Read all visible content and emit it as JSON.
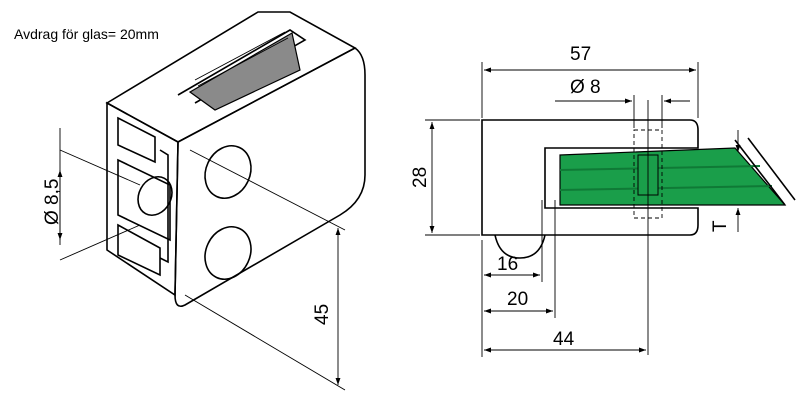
{
  "note": "Avdrag för glas= 20mm",
  "dimensions": {
    "bore_diameter": "Ø 8,5",
    "height": "45",
    "width": "57",
    "screw_diameter": "Ø 8",
    "depth": "28",
    "thickness_symbol": "T",
    "inner_16": "16",
    "inner_20": "20",
    "base_44": "44"
  },
  "colors": {
    "glass": "#1a9e4a",
    "glass_dark": "#0f7a36",
    "insert": "#8a8a8a"
  }
}
